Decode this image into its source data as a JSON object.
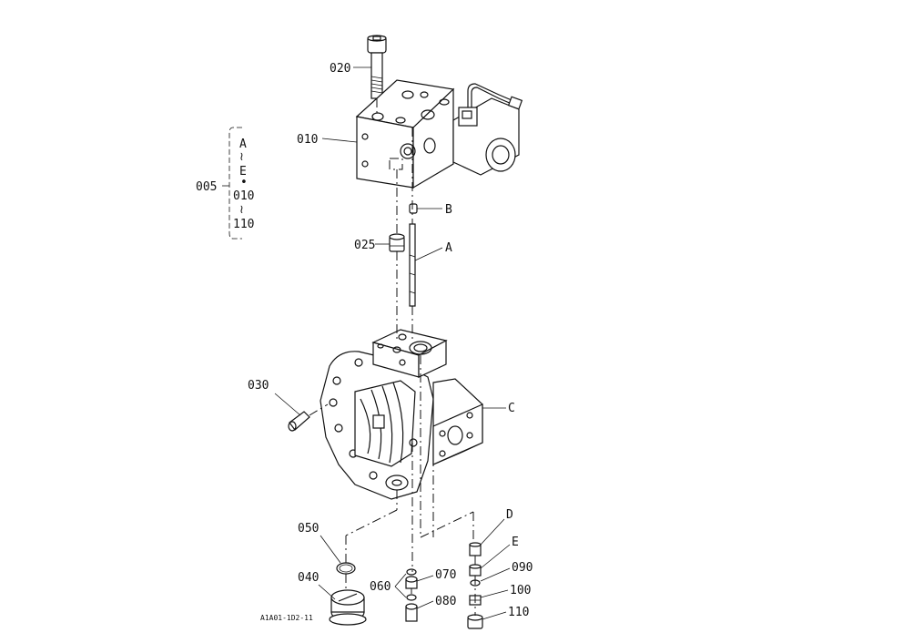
{
  "labels": {
    "l020": "020",
    "l010": "010",
    "l005": "005",
    "l025": "025",
    "l030": "030",
    "l050": "050",
    "l040": "040",
    "l060": "060",
    "l070": "070",
    "l080": "080",
    "l090": "090",
    "l100": "100",
    "l110": "110",
    "lA": "A",
    "lB": "B",
    "lC": "C",
    "lD": "D",
    "lE": "E"
  },
  "bracket": {
    "line1": "A",
    "line2": "≀",
    "line3": "E",
    "line4": "•",
    "line5": "010",
    "line6": "≀",
    "line7": "110"
  },
  "drawing_code": "A1A01-1D2-11"
}
